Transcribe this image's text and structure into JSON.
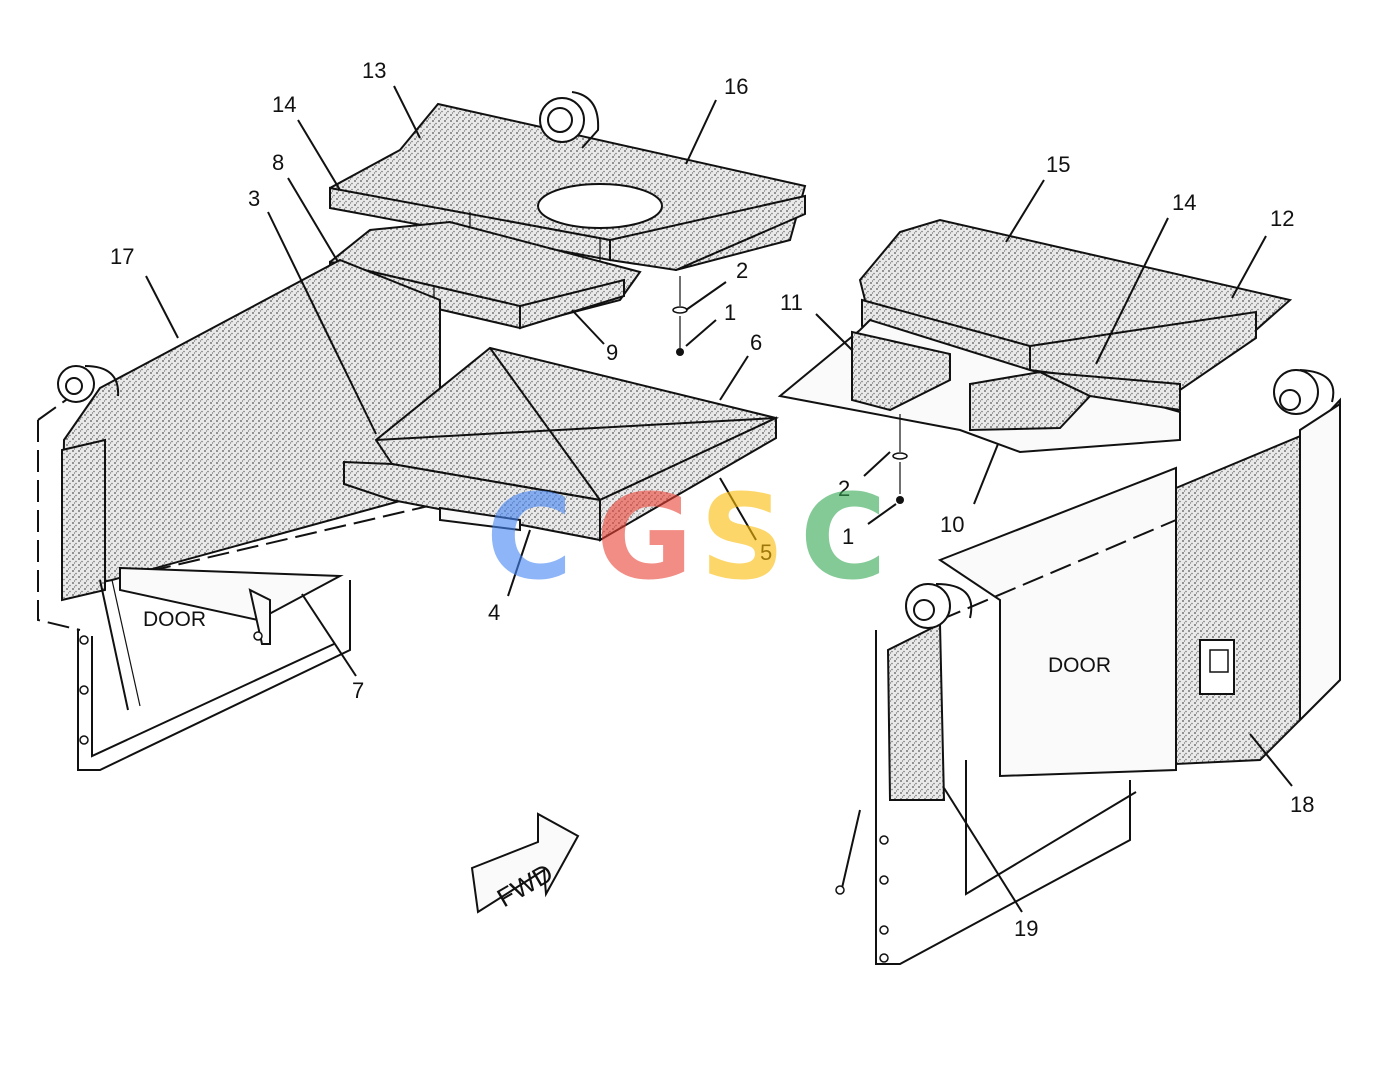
{
  "callouts": [
    {
      "id": "c13a",
      "text": "13"
    },
    {
      "id": "c16",
      "text": "16"
    },
    {
      "id": "c14a",
      "text": "14"
    },
    {
      "id": "c8",
      "text": "8"
    },
    {
      "id": "c3",
      "text": "3"
    },
    {
      "id": "c17",
      "text": "17"
    },
    {
      "id": "c2a",
      "text": "2"
    },
    {
      "id": "c1a",
      "text": "1"
    },
    {
      "id": "c9",
      "text": "9"
    },
    {
      "id": "c6",
      "text": "6"
    },
    {
      "id": "c4",
      "text": "4"
    },
    {
      "id": "c5",
      "text": "5"
    },
    {
      "id": "c7",
      "text": "7"
    },
    {
      "id": "c15",
      "text": "15"
    },
    {
      "id": "c14b",
      "text": "14"
    },
    {
      "id": "c12",
      "text": "12"
    },
    {
      "id": "c11",
      "text": "11"
    },
    {
      "id": "c2b",
      "text": "2"
    },
    {
      "id": "c1b",
      "text": "1"
    },
    {
      "id": "c10",
      "text": "10"
    },
    {
      "id": "c18",
      "text": "18"
    },
    {
      "id": "c19",
      "text": "19"
    }
  ],
  "labels": {
    "door_left": "DOOR",
    "door_right": "DOOR",
    "fwd_arrow": "FWD"
  },
  "watermark": {
    "letters": [
      "C",
      "G",
      "S",
      "C"
    ],
    "colors": [
      "#4285F4",
      "#EA4335",
      "#FBBC05",
      "#34A853"
    ]
  }
}
